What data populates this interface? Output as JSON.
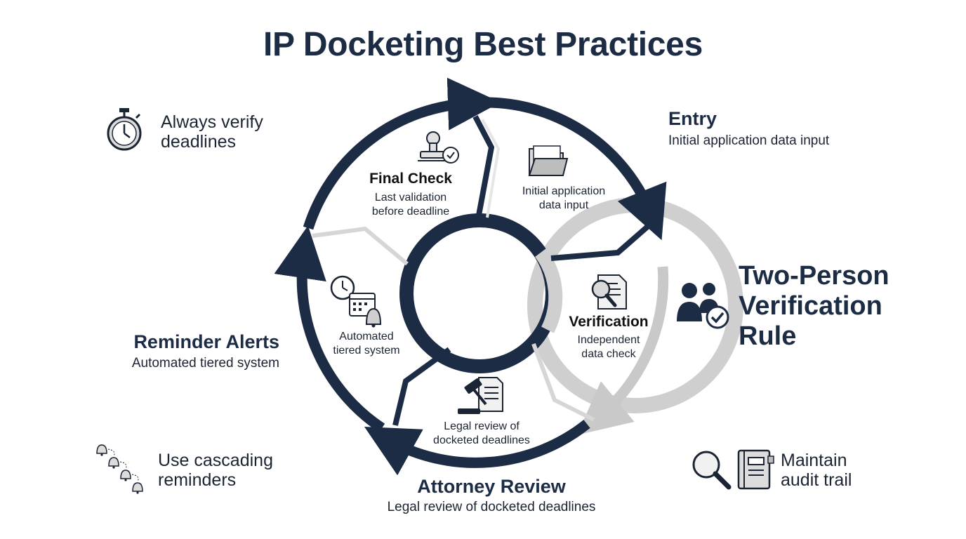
{
  "title": "IP Docketing Best Practices",
  "tips": {
    "verify": "Always verify deadlines",
    "verify_line1": "Always verify",
    "verify_line2": "deadlines",
    "cascading_line1": "Use cascading",
    "cascading_line2": "reminders",
    "audit_line1": "Maintain",
    "audit_line2": "audit trail"
  },
  "rule": {
    "line1": "Two-Person",
    "line2": "Verification",
    "line3": "Rule"
  },
  "stages": {
    "entry": {
      "title": "Entry",
      "desc": "Initial application data input",
      "inner_line1": "Initial application",
      "inner_line2": "data input",
      "icon": "folder-icon"
    },
    "verification": {
      "title": "Verification",
      "inner_line1": "Independent",
      "inner_line2": "data check",
      "icon": "document-search-icon"
    },
    "attorney": {
      "title": "Attorney Review",
      "desc": "Legal review of docketed deadlines",
      "inner_line1": "Legal review of",
      "inner_line2": "docketed deadlines",
      "icon": "gavel-document-icon"
    },
    "reminder": {
      "title": "Reminder Alerts",
      "desc": "Automated tiered system",
      "inner_line1": "Automated",
      "inner_line2": "tiered system",
      "icon": "clock-calendar-bell-icon"
    },
    "final": {
      "title": "Final Check",
      "inner_line1": "Last validation",
      "inner_line2": "before deadline",
      "icon": "stamp-check-icon"
    }
  },
  "colors": {
    "navy": "#1d2c45",
    "gray": "#c9c9c9",
    "light_gray": "#e3e3e3",
    "text": "#1b2433"
  }
}
